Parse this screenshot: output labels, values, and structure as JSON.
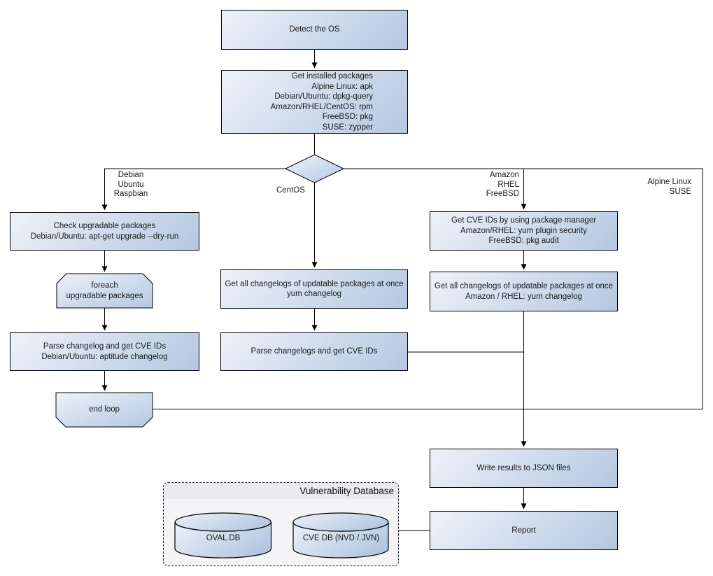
{
  "colors": {
    "box_gradient_start": "#eef2f9",
    "box_gradient_end": "#b4c7e1",
    "box_border": "#000000",
    "edge_line": "#000000",
    "text": "#1a1a1a",
    "db_panel_bg": "#f4f4f6",
    "db_header_bg": "#e9e9ee"
  },
  "nodes": {
    "detect_os": {
      "lines": [
        "Detect the OS"
      ]
    },
    "get_installed_packages": {
      "lines": [
        "Get installed packages",
        "Alpine Linux: apk",
        "Debian/Ubuntu: dpkg-query",
        "Amazon/RHEL/CentOS: rpm",
        "FreeBSD: pkg",
        "SUSE: zypper"
      ]
    },
    "check_upgradable_packages": {
      "lines": [
        "Check upgradable packages",
        "Debian/Ubuntu: apt-get upgrade --dry-run"
      ]
    },
    "foreach_loop_start": {
      "lines": [
        "foreach",
        "upgradable packages"
      ]
    },
    "parse_changelog_debian": {
      "lines": [
        "Parse changelog and get CVE IDs",
        "Debian/Ubuntu: aptitude changelog"
      ]
    },
    "end_loop": {
      "lines": [
        "end loop"
      ]
    },
    "get_changelogs_centos": {
      "lines": [
        "Get all changelogs of updatable packages at once",
        "yum changelog"
      ]
    },
    "parse_changelogs_centos": {
      "lines": [
        "Parse changelogs and get CVE IDs"
      ]
    },
    "get_cve_ids_package_manager": {
      "lines": [
        "Get CVE IDs by using package manager",
        "Amazon/RHEL: yum plugin security",
        "FreeBSD: pkg audit"
      ]
    },
    "get_changelogs_amazon_rhel": {
      "lines": [
        "Get all changelogs of updatable packages at once",
        "Amazon / RHEL: yum changelog"
      ]
    },
    "write_results": {
      "lines": [
        "Write results to JSON files"
      ]
    },
    "report": {
      "lines": [
        "Report"
      ]
    }
  },
  "edge_labels": {
    "debian_branch": {
      "lines": [
        "Debian",
        "Ubuntu",
        "Raspbian"
      ]
    },
    "centos_branch": {
      "lines": [
        "CentOS"
      ]
    },
    "amazon_branch": {
      "lines": [
        "Amazon",
        "RHEL",
        "FreeBSD"
      ]
    },
    "alpine_branch": {
      "lines": [
        "Alpine Linux",
        "SUSE"
      ]
    }
  },
  "vulnerability_database": {
    "title": "Vulnerability Database",
    "oval_db": "OVAL DB",
    "cve_db": "CVE DB (NVD / JVN)"
  }
}
